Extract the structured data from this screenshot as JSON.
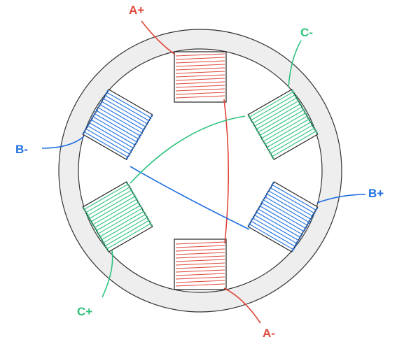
{
  "labels": {
    "a_plus": "A+",
    "a_minus": "A-",
    "b_plus": "B+",
    "b_minus": "B-",
    "c_plus": "C+",
    "c_minus": "C-"
  },
  "colors": {
    "phase_a": "#e0463a",
    "phase_b": "#1f6fe0",
    "phase_c": "#2ec27e",
    "ring_fill": "#eeeeee",
    "ring_stroke": "#333333"
  }
}
